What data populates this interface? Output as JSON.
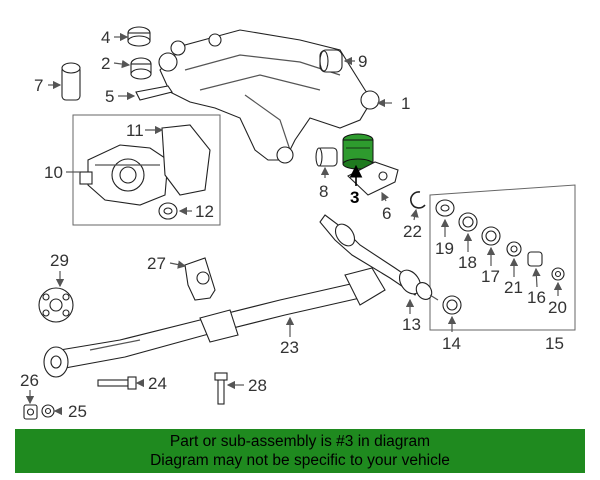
{
  "diagram": {
    "highlighted_part": "3",
    "highlight_color": "#1f8a1f",
    "labels": [
      "1",
      "2",
      "3",
      "4",
      "5",
      "6",
      "7",
      "8",
      "9",
      "10",
      "11",
      "12",
      "13",
      "14",
      "15",
      "16",
      "17",
      "18",
      "19",
      "20",
      "21",
      "22",
      "23",
      "24",
      "25",
      "26",
      "27",
      "28",
      "29"
    ]
  },
  "banner": {
    "line1": "Part or sub-assembly is #3 in diagram",
    "line2": "Diagram may not be specific to your vehicle",
    "background": "#1f8a1f"
  }
}
